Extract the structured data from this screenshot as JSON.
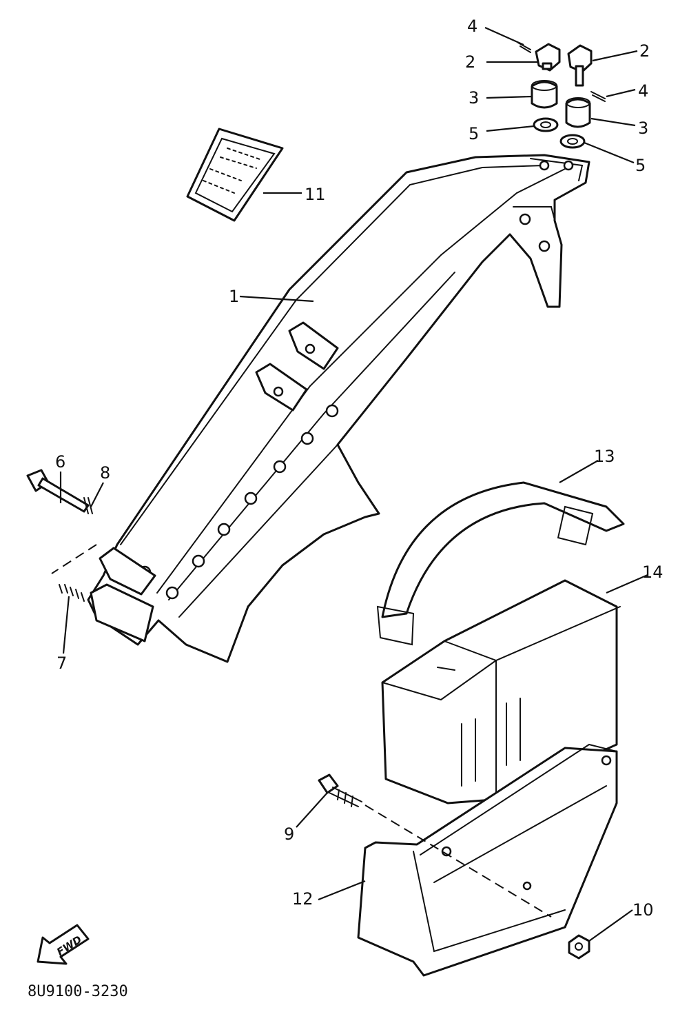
{
  "callouts": {
    "c1": "1",
    "c2a": "2",
    "c2b": "2",
    "c3a": "3",
    "c3b": "3",
    "c4a": "4",
    "c4b": "4",
    "c5a": "5",
    "c5b": "5",
    "c6": "6",
    "c7": "7",
    "c8": "8",
    "c9": "9",
    "c10": "10",
    "c11": "11",
    "c12": "12",
    "c13": "13",
    "c14": "14"
  },
  "fwd_label": "FWD",
  "diagram_code": "8U9100-3230"
}
